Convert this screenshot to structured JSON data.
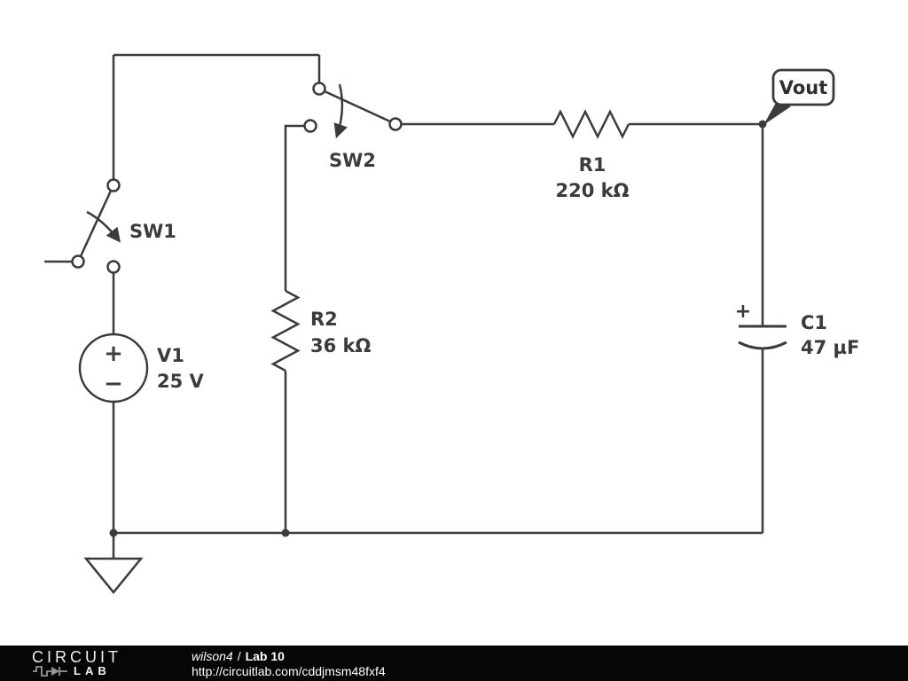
{
  "schematic": {
    "stroke_color": "#3b3b3b",
    "components": {
      "sw1": {
        "label": "SW1"
      },
      "sw2": {
        "label": "SW2"
      },
      "v1": {
        "label": "V1",
        "value": "25 V",
        "plus": "+",
        "minus": "−"
      },
      "r1": {
        "label": "R1",
        "value": "220 kΩ"
      },
      "r2": {
        "label": "R2",
        "value": "36 kΩ"
      },
      "c1": {
        "label": "C1",
        "value": "47 µF",
        "polarity": "+"
      }
    },
    "net_flags": {
      "vout": "Vout"
    }
  },
  "footer": {
    "logo_line1": "CIRCUIT",
    "logo_line2": "LAB",
    "author": "wilson4",
    "separator": "/",
    "title": "Lab 10",
    "url": "http://circuitlab.com/cddjmsm48fxf4"
  }
}
